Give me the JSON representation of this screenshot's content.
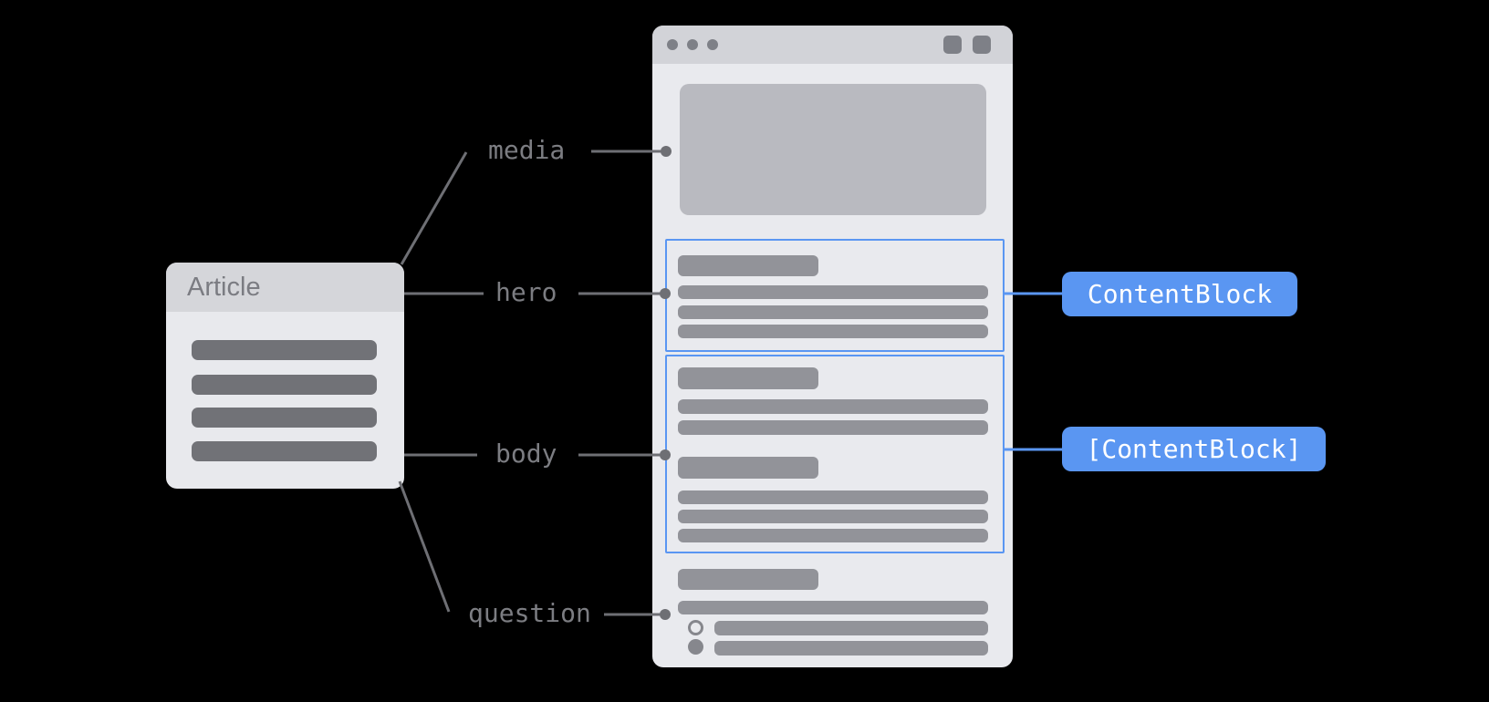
{
  "diagram": {
    "article_card": {
      "title": "Article"
    },
    "field_labels": {
      "media": "media",
      "hero": "hero",
      "body": "body",
      "question": "question"
    },
    "badges": {
      "content_block": "ContentBlock",
      "content_block_list": "[ContentBlock]"
    },
    "colors": {
      "background": "#000000",
      "accent_blue": "#5a96f2",
      "connector_gray": "#6e6f74",
      "label_text": "#7c7d82",
      "card_bg": "#e8e9ed",
      "card_header_bg": "#d5d6da",
      "card_field_bar": "#717277",
      "window_bg": "#e9eaee",
      "window_titlebar_bg": "#d2d3d8",
      "window_controls": "#7e8087",
      "placeholder_bar": "#929399",
      "media_placeholder": "#b9bac0",
      "badge_text": "#ffffff"
    }
  }
}
